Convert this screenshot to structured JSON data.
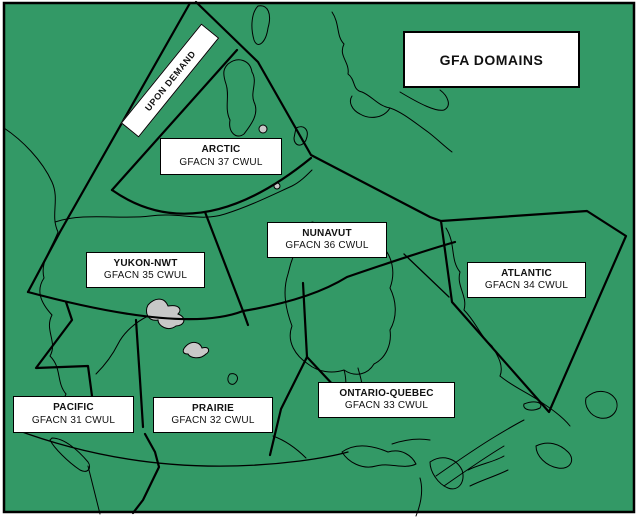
{
  "map": {
    "title": "GFA DOMAINS",
    "upon_demand_label": "UPON DEMAND",
    "colors": {
      "land_background": "#339966",
      "water_lake": "#c8c8c8",
      "boundary": "#000000",
      "label_box": "#ffffff"
    }
  },
  "regions": [
    {
      "id": "arctic",
      "name": "ARCTIC",
      "code": "GFACN 37 CWUL"
    },
    {
      "id": "nunavut",
      "name": "NUNAVUT",
      "code": "GFACN 36 CWUL"
    },
    {
      "id": "yukon-nwt",
      "name": "YUKON-NWT",
      "code": "GFACN 35 CWUL"
    },
    {
      "id": "atlantic",
      "name": "ATLANTIC",
      "code": "GFACN 34 CWUL"
    },
    {
      "id": "pacific",
      "name": "PACIFIC",
      "code": "GFACN 31 CWUL"
    },
    {
      "id": "prairie",
      "name": "PRAIRIE",
      "code": "GFACN 32 CWUL"
    },
    {
      "id": "ontario-quebec",
      "name": "ONTARIO-QUEBEC",
      "code": "GFACN 33 CWUL"
    }
  ]
}
